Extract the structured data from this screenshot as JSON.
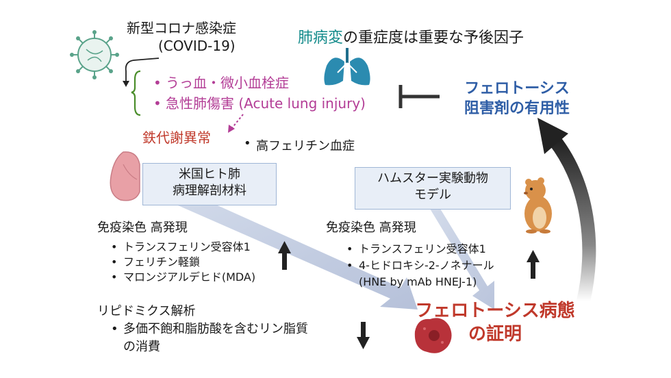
{
  "covid": {
    "title": "新型コロナ感染症",
    "subtitle": "(COVID-19)"
  },
  "headline": {
    "highlight": "肺病変",
    "rest": "の重症度は重要な予後因子"
  },
  "conditions": [
    "うっ血・微小血栓症",
    "急性肺傷害 (Acute lung injury)"
  ],
  "iron": {
    "label": "鉄代謝異常",
    "item": "高フェリチン血症"
  },
  "inhibitor": {
    "line1": "フェロトーシス",
    "line2": "阻害剤の有用性"
  },
  "human": {
    "box_line1": "米国ヒト肺",
    "box_line2": "病理解剖材料",
    "stain_heading": "免疫染色 高発現",
    "stain_items": [
      "トランスフェリン受容体1",
      "フェリチン軽鎖",
      "マロンジアルデヒド(MDA)"
    ],
    "lipid_heading": "リピドミクス解析",
    "lipid_line1": "多価不飽和脂肪酸を含むリン脂質",
    "lipid_line2": "の消費"
  },
  "hamster": {
    "box_line1": "ハムスター実験動物",
    "box_line2": "モデル",
    "stain_heading": "免疫染色 高発現",
    "stain_items": [
      "トランスフェリン受容体1",
      "4-ヒドロキシ-2-ノネナール"
    ],
    "stain_note": "(HNE by mAb HNEJ-1)"
  },
  "conclusion": {
    "line1": "フェロトーシス病態",
    "line2": "の証明"
  },
  "colors": {
    "teal": "#138b8b",
    "magenta": "#b33d96",
    "red": "#c0392b",
    "blue": "#2f5ea6",
    "box": "#e8eef7"
  },
  "icons": [
    "virus-icon",
    "lungs-icon",
    "lung-organ-icon",
    "hamster-icon",
    "cell-icon"
  ]
}
